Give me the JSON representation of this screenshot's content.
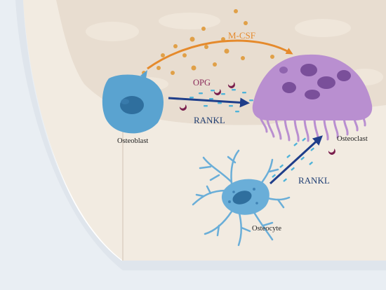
{
  "labels": {
    "mcsf": "M-CSF",
    "opg": "OPG",
    "rankl_top": "RANKL",
    "rankl_right": "RANKL",
    "osteoblast": "Osteoblast",
    "osteoclast": "Osteoclast",
    "osteocyte": "Osteocyte"
  },
  "colors": {
    "mcsf": "#e58a2c",
    "opg": "#8b2a5a",
    "rankl": "#1f3e73",
    "arrow_blue": "#1f3e8a",
    "osteoblast": "#5aa3d0",
    "osteoclast": "#b98fd0",
    "osteocyte": "#6aaed8",
    "bone_matrix": "#f1e9de",
    "bone_surface": "#e9ded0",
    "edge": "#dfe4ea"
  }
}
